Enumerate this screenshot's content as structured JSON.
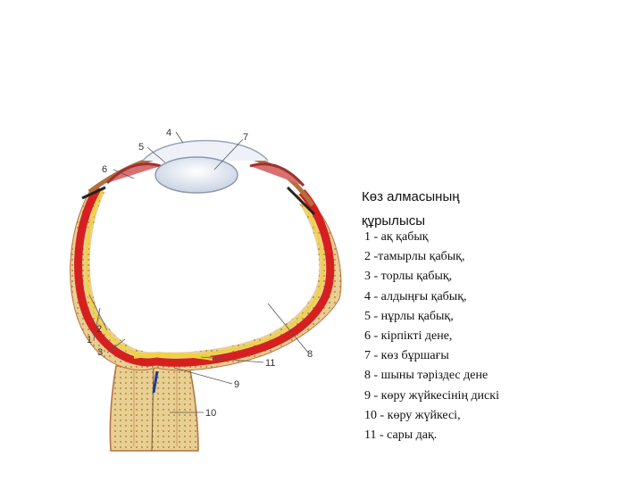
{
  "legend": {
    "title_line1": "Көз алмасының",
    "title_line2": "құрылысы",
    "items": [
      "1 - ақ қабық",
      "2 -тамырлы қабық,",
      "3 - торлы қабық,",
      "4 - алдыңғы қабық,",
      "5 - нұрлы қабық,",
      "6 - кірпікті дене,",
      "7 - көз бұршағы",
      "8 - шыны тәріздес дене",
      "9 - көру жүйкесінің дискі",
      "10 - көру жүйкесі,",
      "11 - сары дақ."
    ]
  },
  "diagram": {
    "labels": {
      "n1": "1",
      "n2": "2",
      "n3": "3",
      "n4": "4",
      "n5": "5",
      "n6": "6",
      "n7": "7",
      "n8": "8",
      "n9": "9",
      "n10": "10",
      "n11": "11"
    }
  },
  "colors": {
    "sclera_fill": "#e8cf94",
    "choroid": "#d62020",
    "retina": "#f0d23c",
    "lens": "#dfe6f2",
    "nerve": "#d9b870",
    "vessel": "#1c3a9a"
  }
}
